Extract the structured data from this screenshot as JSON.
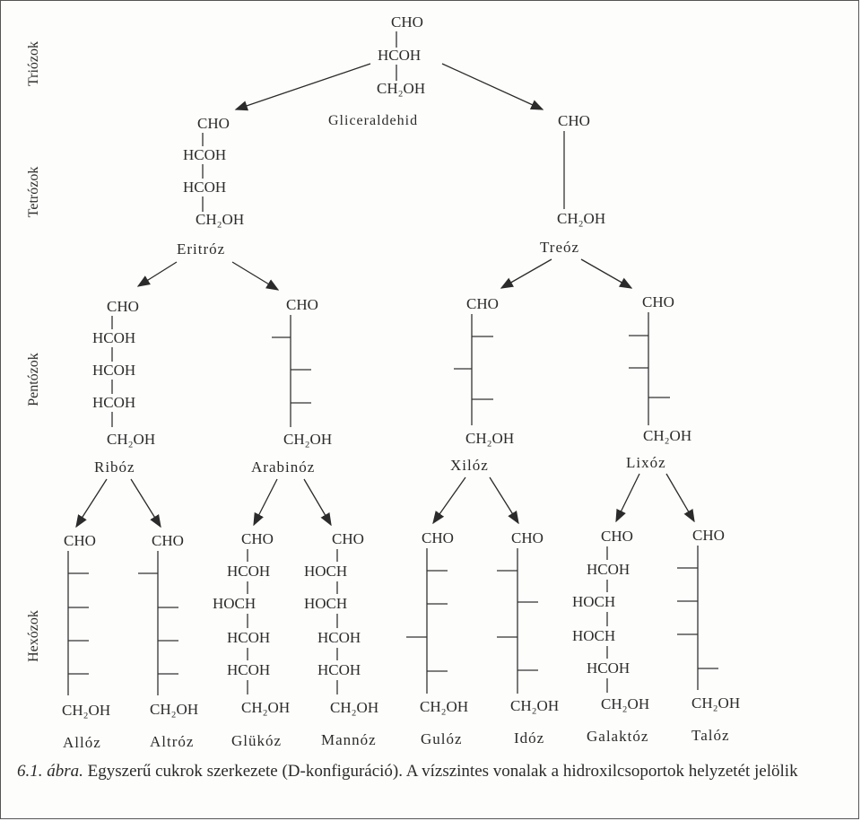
{
  "row_labels": [
    "Triózok",
    "Tetrózok",
    "Pentózok",
    "Hexózok"
  ],
  "names": {
    "glyceraldehyde": "Gliceraldehid",
    "erythrose": "Eritróz",
    "threose": "Treóz",
    "ribose": "Ribóz",
    "arabinose": "Arabinóz",
    "xylose": "Xilóz",
    "lyxose": "Lixóz",
    "allose": "Allóz",
    "altrose": "Altróz",
    "glucose": "Glükóz",
    "mannose": "Mannóz",
    "gulose": "Gulóz",
    "idose": "Idóz",
    "galactose": "Galaktóz",
    "talose": "Talóz"
  },
  "groups": {
    "cho": "CHO",
    "hcoh": "HCOH",
    "hoch": "HOCH",
    "ch2oh": "CH₂OH"
  },
  "caption": {
    "label": "6.1. ábra.",
    "text": "Egyszerű cukrok szerkezete (D-konfiguráció). A vízszintes vonalak a hidroxilcsoportok helyzetét jelölik"
  }
}
